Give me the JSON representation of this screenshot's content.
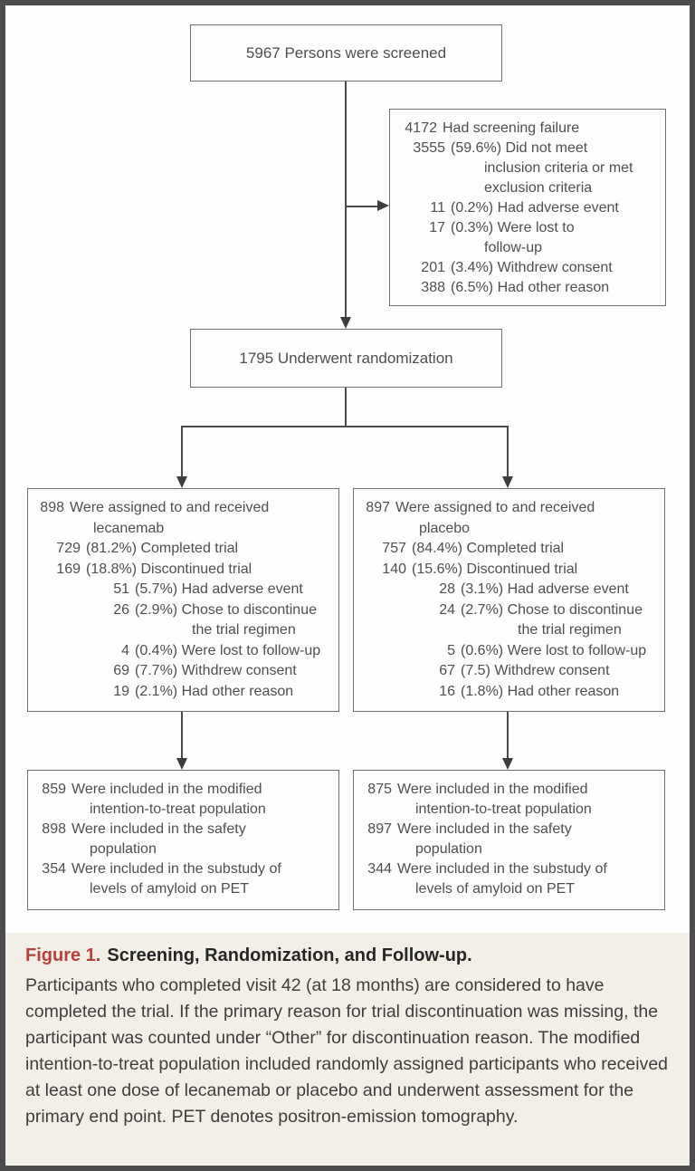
{
  "figure": {
    "boxes": {
      "screened": {
        "text": "5967 Persons were screened"
      },
      "screen_failure": {
        "rows": [
          {
            "n": "4172",
            "t": "Had screening failure"
          },
          {
            "n": "3555",
            "t": "(59.6%) Did not meet"
          },
          {
            "n": "",
            "t": "inclusion criteria or met"
          },
          {
            "n": "",
            "t": "exclusion criteria"
          },
          {
            "n": "11",
            "t": "(0.2%) Had adverse event"
          },
          {
            "n": "17",
            "t": "(0.3%) Were lost to"
          },
          {
            "n": "",
            "t": "follow-up"
          },
          {
            "n": "201",
            "t": "(3.4%) Withdrew consent"
          },
          {
            "n": "388",
            "t": "(6.5%) Had other reason"
          }
        ]
      },
      "randomized": {
        "text": "1795 Underwent randomization"
      },
      "lecanemab": {
        "rows": [
          {
            "n": "898",
            "t": "Were assigned to and received"
          },
          {
            "n": "",
            "t": "lecanemab"
          },
          {
            "n": "729",
            "t": "(81.2%) Completed trial"
          },
          {
            "n": "169",
            "t": "(18.8%) Discontinued trial"
          },
          {
            "n": "51",
            "t": "(5.7%) Had adverse event"
          },
          {
            "n": "26",
            "t": "(2.9%) Chose to discontinue"
          },
          {
            "n": "",
            "t": "the trial regimen"
          },
          {
            "n": "4",
            "t": "(0.4%) Were lost to follow-up"
          },
          {
            "n": "69",
            "t": "(7.7%) Withdrew consent"
          },
          {
            "n": "19",
            "t": "(2.1%) Had other reason"
          }
        ]
      },
      "placebo": {
        "rows": [
          {
            "n": "897",
            "t": "Were assigned to and received"
          },
          {
            "n": "",
            "t": "placebo"
          },
          {
            "n": "757",
            "t": "(84.4%) Completed trial"
          },
          {
            "n": "140",
            "t": "(15.6%) Discontinued trial"
          },
          {
            "n": "28",
            "t": "(3.1%) Had adverse event"
          },
          {
            "n": "24",
            "t": "(2.7%) Chose to discontinue"
          },
          {
            "n": "",
            "t": "the trial regimen"
          },
          {
            "n": "5",
            "t": "(0.6%) Were lost to follow-up"
          },
          {
            "n": "67",
            "t": "(7.5) Withdrew consent"
          },
          {
            "n": "16",
            "t": "(1.8%) Had other reason"
          }
        ]
      },
      "lecanemab_populations": {
        "rows": [
          {
            "n": "859",
            "t": "Were included in the modified"
          },
          {
            "n": "",
            "t": "intention-to-treat population"
          },
          {
            "n": "898",
            "t": "Were included in the safety"
          },
          {
            "n": "",
            "t": "population"
          },
          {
            "n": "354",
            "t": "Were included in the substudy of"
          },
          {
            "n": "",
            "t": "levels of amyloid on PET"
          }
        ]
      },
      "placebo_populations": {
        "rows": [
          {
            "n": "875",
            "t": "Were included in the modified"
          },
          {
            "n": "",
            "t": "intention-to-treat population"
          },
          {
            "n": "897",
            "t": "Were included in the safety"
          },
          {
            "n": "",
            "t": "population"
          },
          {
            "n": "344",
            "t": "Were included in the substudy of"
          },
          {
            "n": "",
            "t": "levels of amyloid on PET"
          }
        ]
      }
    },
    "caption": {
      "label": "Figure 1.",
      "title": "Screening, Randomization, and Follow-up.",
      "body": "Participants who completed visit 42 (at 18 months) are considered to have completed the trial. If the primary reason for trial discontinuation was missing, the participant was counted under “Other” for discontinuation reason. The modified intention-to-treat population included randomly assigned participants who received at least one dose of lecanemab or placebo and underwent assessment for the primary end point. PET denotes positron-emission tomography."
    },
    "colors": {
      "accent_red": "#b5413e",
      "line": "#4a4a4a",
      "caption_bg": "#f2efe6"
    }
  }
}
